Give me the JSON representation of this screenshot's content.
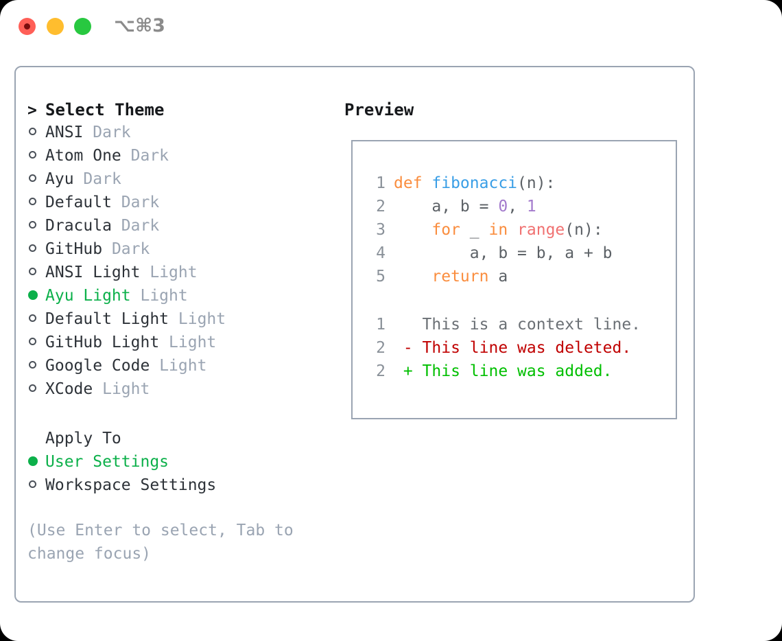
{
  "window": {
    "title": "⌥⌘3",
    "traffic_lights": [
      "close",
      "minimize",
      "maximize"
    ],
    "colors": {
      "close": "#ff5f57",
      "minimize": "#ffbd2e",
      "maximize": "#28c840",
      "accent_green": "#0cb04a",
      "muted": "#9aa4b2",
      "text": "#2d3238",
      "border": "#9aa4b2"
    }
  },
  "theme_panel": {
    "heading": "Select Theme",
    "heading_marker": ">",
    "items": [
      {
        "marker": "o",
        "name": "ANSI",
        "variant": "Dark",
        "selected": false
      },
      {
        "marker": "o",
        "name": "Atom One",
        "variant": "Dark",
        "selected": false
      },
      {
        "marker": "o",
        "name": "Ayu",
        "variant": "Dark",
        "selected": false
      },
      {
        "marker": "o",
        "name": "Default",
        "variant": "Dark",
        "selected": false
      },
      {
        "marker": "o",
        "name": "Dracula",
        "variant": "Dark",
        "selected": false
      },
      {
        "marker": "o",
        "name": "GitHub",
        "variant": "Dark",
        "selected": false
      },
      {
        "marker": "o",
        "name": "ANSI Light",
        "variant": "Light",
        "selected": false
      },
      {
        "marker": "●",
        "name": "Ayu Light",
        "variant": "Light",
        "selected": true
      },
      {
        "marker": "o",
        "name": "Default Light",
        "variant": "Light",
        "selected": false
      },
      {
        "marker": "o",
        "name": "GitHub Light",
        "variant": "Light",
        "selected": false
      },
      {
        "marker": "o",
        "name": "Google Code",
        "variant": "Light",
        "selected": false
      },
      {
        "marker": "o",
        "name": "XCode",
        "variant": "Light",
        "selected": false
      }
    ]
  },
  "apply_to": {
    "label": "Apply To",
    "options": [
      {
        "marker": "●",
        "name": "User Settings",
        "selected": true
      },
      {
        "marker": "o",
        "name": "Workspace Settings",
        "selected": false
      }
    ]
  },
  "hint": "(Use Enter to select, Tab to change focus)",
  "preview": {
    "title": "Preview",
    "code": {
      "language": "python",
      "lines": [
        {
          "number": "1",
          "tokens": [
            {
              "t": "def ",
              "k": "kw"
            },
            {
              "t": "fibonacci",
              "k": "fn"
            },
            {
              "t": "(n):",
              "k": "punct"
            }
          ]
        },
        {
          "number": "2",
          "tokens": [
            {
              "t": "    a, b = ",
              "k": "plain"
            },
            {
              "t": "0",
              "k": "num"
            },
            {
              "t": ", ",
              "k": "plain"
            },
            {
              "t": "1",
              "k": "num"
            }
          ]
        },
        {
          "number": "3",
          "tokens": [
            {
              "t": "    ",
              "k": "plain"
            },
            {
              "t": "for",
              "k": "kw"
            },
            {
              "t": " _ ",
              "k": "plain"
            },
            {
              "t": "in",
              "k": "kw"
            },
            {
              "t": " ",
              "k": "plain"
            },
            {
              "t": "range",
              "k": "call"
            },
            {
              "t": "(n):",
              "k": "punct"
            }
          ]
        },
        {
          "number": "4",
          "tokens": [
            {
              "t": "        a, b = b, a + b",
              "k": "plain"
            }
          ]
        },
        {
          "number": "5",
          "tokens": [
            {
              "t": "    ",
              "k": "plain"
            },
            {
              "t": "return",
              "k": "kw"
            },
            {
              "t": " a",
              "k": "plain"
            }
          ]
        }
      ]
    },
    "diff": [
      {
        "number": "1",
        "sign": " ",
        "text": "This is a context line.",
        "kind": "ctx"
      },
      {
        "number": "2",
        "sign": "-",
        "text": "This line was deleted.",
        "kind": "del"
      },
      {
        "number": "2",
        "sign": "+",
        "text": "This line was added.",
        "kind": "add"
      }
    ]
  }
}
